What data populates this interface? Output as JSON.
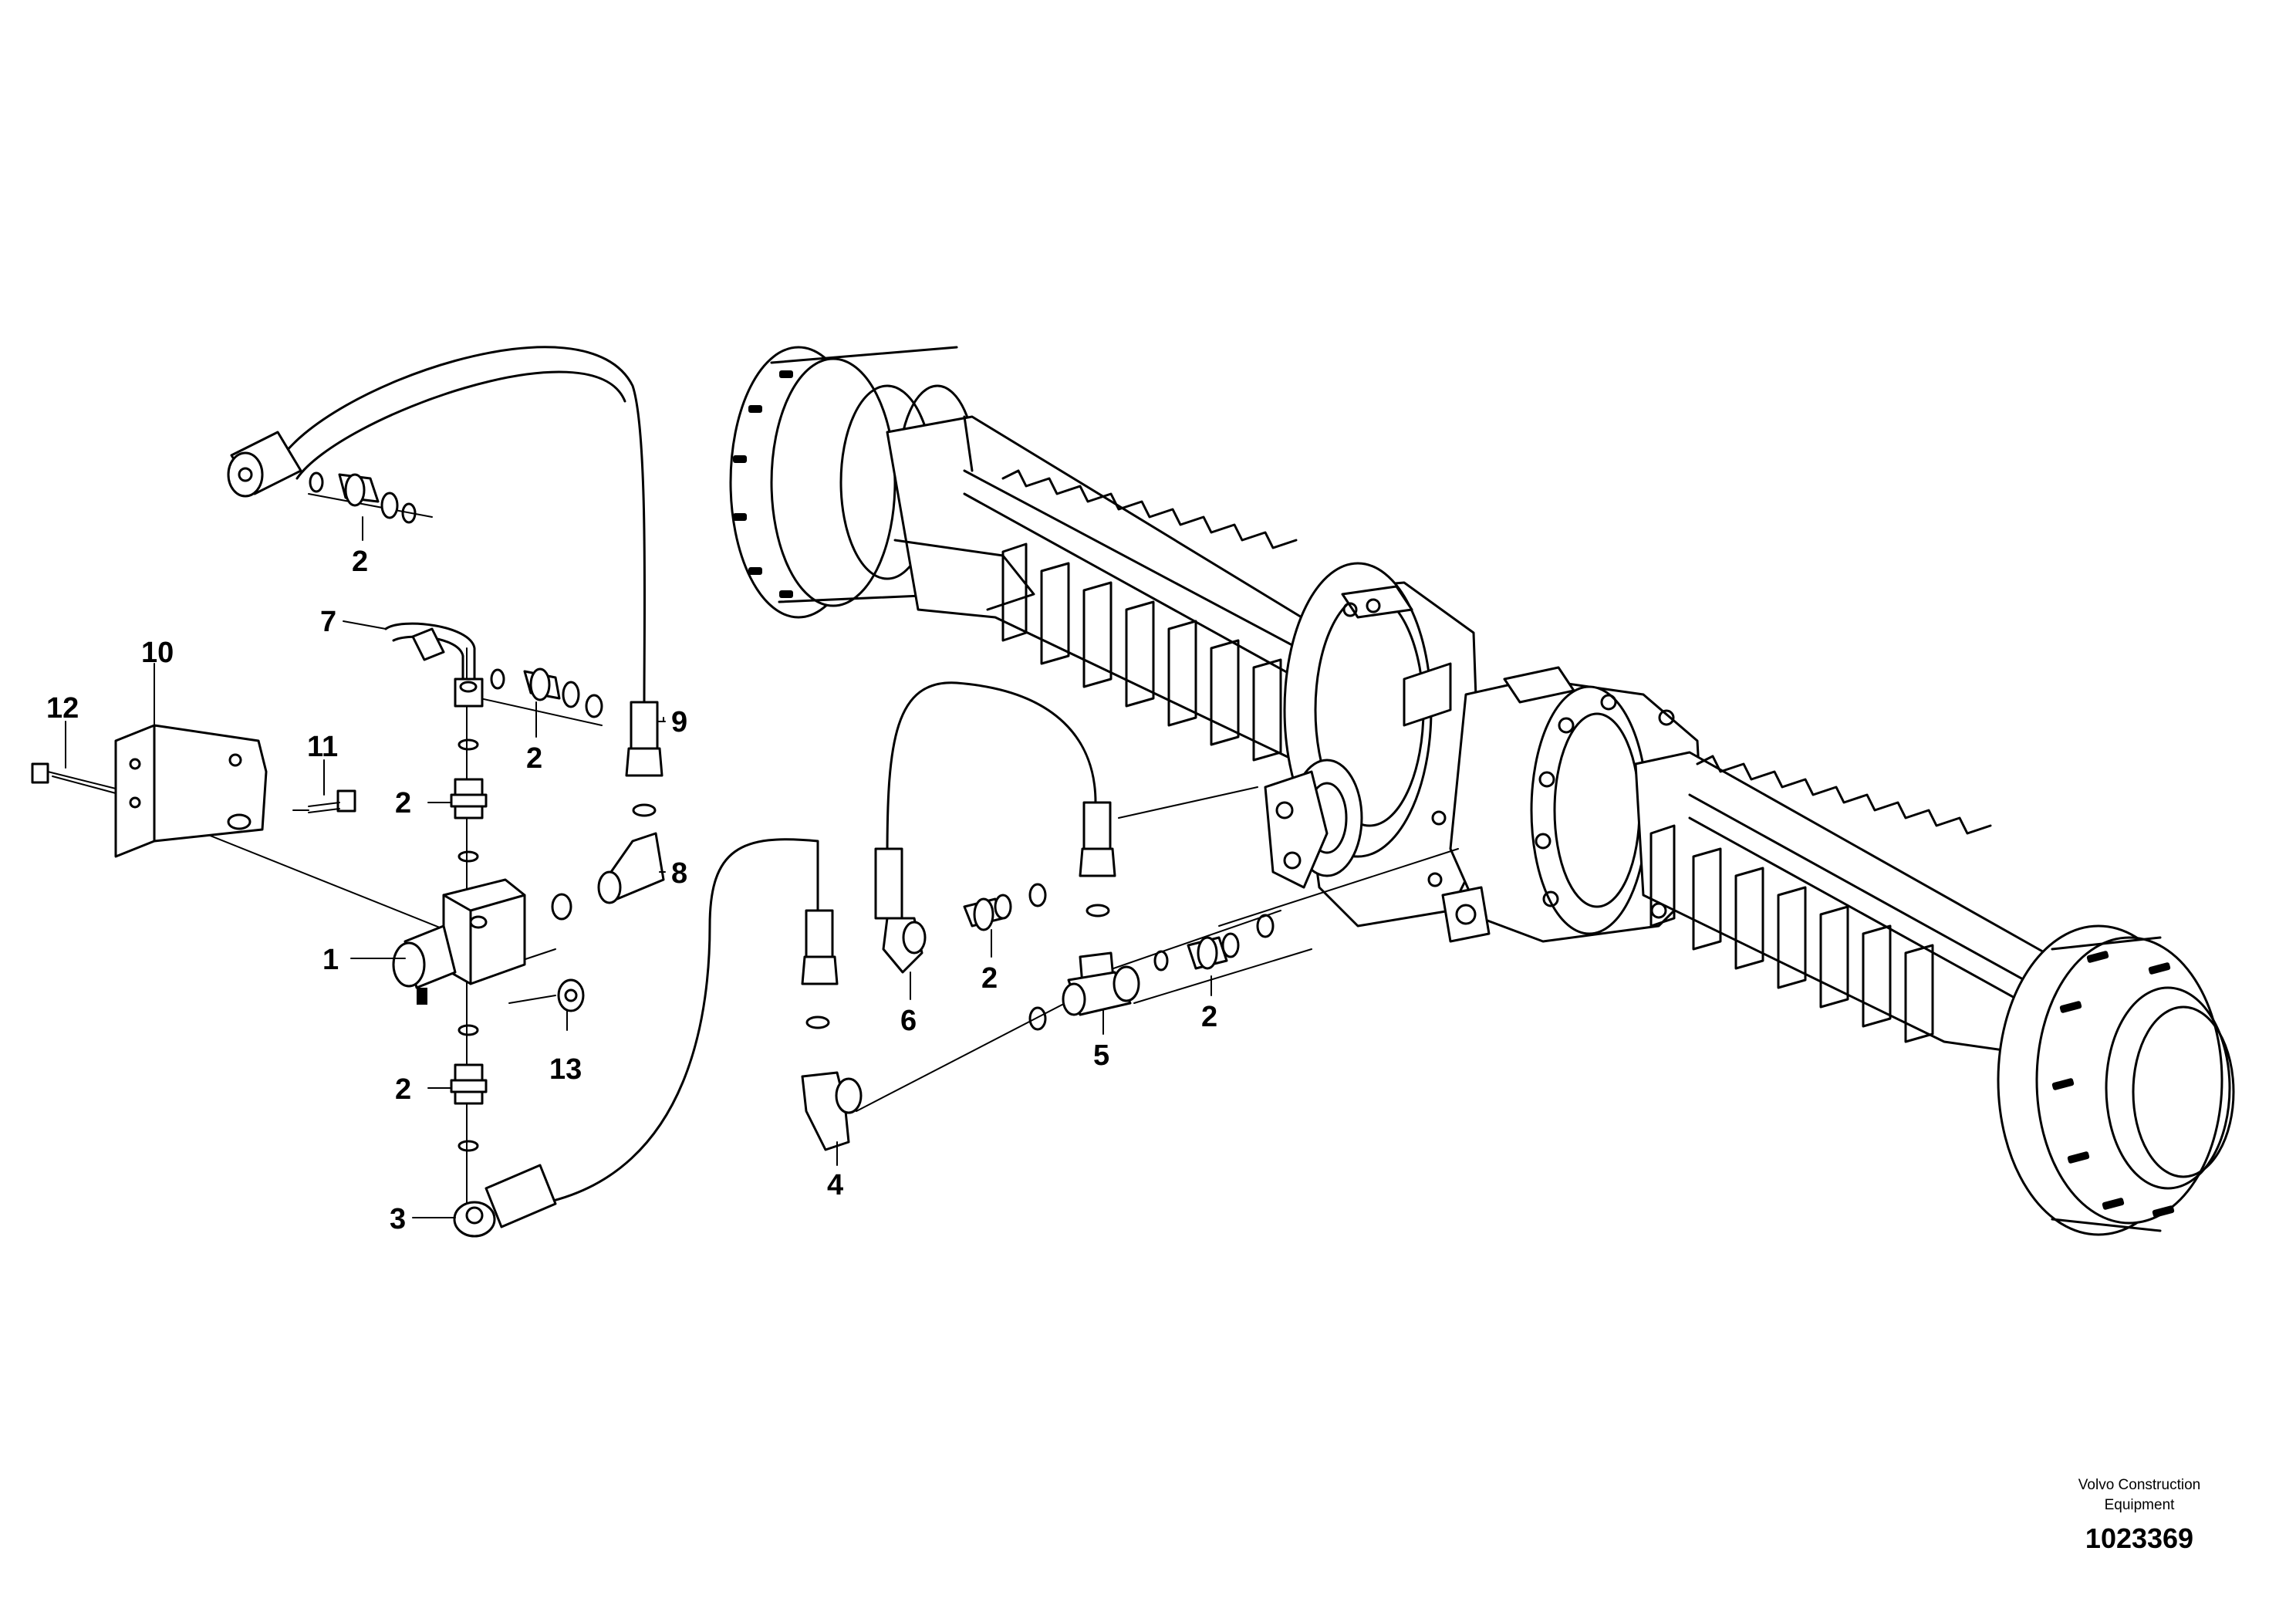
{
  "callouts": {
    "c1": "1",
    "c2a": "2",
    "c2b": "2",
    "c2c": "2",
    "c2d": "2",
    "c2e": "2",
    "c2f": "2",
    "c3": "3",
    "c4": "4",
    "c5": "5",
    "c6": "6",
    "c7": "7",
    "c8": "8",
    "c9": "9",
    "c10": "10",
    "c11": "11",
    "c12": "12",
    "c13": "13"
  },
  "footer": {
    "brand_line1": "Volvo Construction",
    "brand_line2": "Equipment",
    "doc_number": "1023369"
  }
}
